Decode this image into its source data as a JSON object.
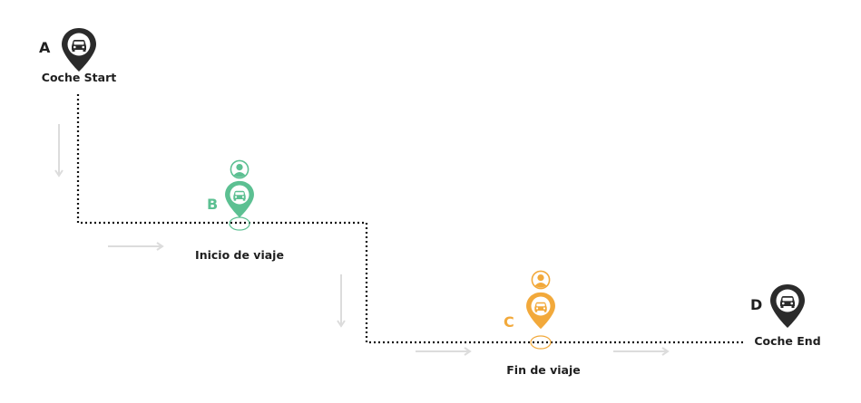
{
  "colors": {
    "dark": "#2b2b2b",
    "green": "#5cc092",
    "orange": "#f2a93b",
    "arrow": "#dcdcdc",
    "path": "#111111"
  },
  "points": {
    "a": {
      "letter": "A",
      "label": "Coche Start",
      "icon": "car-location-pin-icon",
      "color": "dark"
    },
    "b": {
      "letter": "B",
      "label": "Inicio de viaje",
      "icon": "car-location-pin-icon",
      "person_icon": "user-icon",
      "color": "green"
    },
    "c": {
      "letter": "C",
      "label": "Fin de viaje",
      "icon": "car-location-pin-icon",
      "person_icon": "user-icon",
      "color": "orange"
    },
    "d": {
      "letter": "D",
      "label": "Coche End",
      "icon": "car-location-pin-icon",
      "color": "dark"
    }
  },
  "route": {
    "style": "dotted",
    "direction_arrows": [
      "down",
      "right",
      "down",
      "right",
      "right"
    ]
  }
}
